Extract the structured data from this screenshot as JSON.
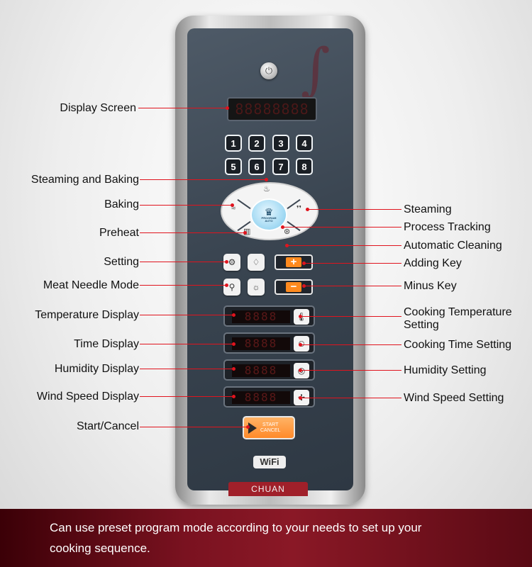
{
  "panel": {
    "display_digits": "88888888",
    "keypad_keys": [
      "1",
      "2",
      "3",
      "4",
      "5",
      "6",
      "7",
      "8"
    ],
    "program_label_top": "PROGRAM",
    "program_label_bottom": "AUTO",
    "plus_symbol": "+",
    "minus_symbol": "−",
    "led_digits": "8888",
    "start_label_line1": "START",
    "start_label_line2": "CANCEL",
    "wifi_label": "WiFi",
    "brand": "CHUAN",
    "icons": {
      "power": "power-icon",
      "program": "chef-hat-icon",
      "steam_bake": "steam-bake-icon",
      "baking": "baking-icon",
      "steaming": "steaming-icon",
      "preheat": "preheat-icon",
      "cleaning": "cleaning-icon",
      "setting": "gear-icon",
      "humidity_drop": "drop-icon",
      "meat_needle": "needle-icon",
      "light": "light-icon",
      "thermometer": "thermometer-icon",
      "timer": "timer-icon",
      "humidity": "humidity-icon",
      "fan": "fan-icon"
    }
  },
  "labels_left": [
    "Display Screen",
    "Steaming and Baking",
    "Baking",
    "Preheat",
    "Setting",
    "Meat Needle Mode",
    "Temperature Display",
    "Time Display",
    "Humidity Display",
    "Wind Speed Display",
    "Start/Cancel"
  ],
  "labels_right": [
    "Steaming",
    "Process Tracking",
    "Automatic Cleaning",
    "Adding Key",
    "Minus Key",
    "Cooking Temperature",
    "Setting",
    "Cooking Time Setting",
    "Humidity Setting",
    "Wind Speed Setting"
  ],
  "banner": {
    "line1": "Can use preset program mode according to your needs to set up your",
    "line2": "cooking sequence."
  },
  "colors": {
    "leader": "#e0141e",
    "panel_face": "#3a4551",
    "banner": "#7a1220",
    "start_button": "#ff8a2a"
  }
}
